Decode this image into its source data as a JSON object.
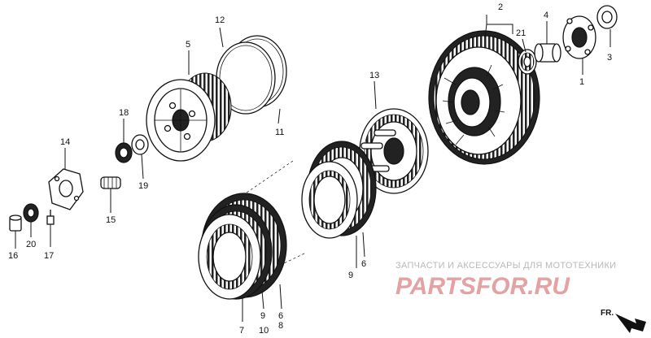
{
  "parts": [
    {
      "id": "p1",
      "label": "1"
    },
    {
      "id": "p2",
      "label": "2"
    },
    {
      "id": "p3",
      "label": "3"
    },
    {
      "id": "p4",
      "label": "4"
    },
    {
      "id": "p5",
      "label": "5"
    },
    {
      "id": "p6a",
      "label": "6"
    },
    {
      "id": "p6b",
      "label": "6"
    },
    {
      "id": "p7",
      "label": "7"
    },
    {
      "id": "p8",
      "label": "8"
    },
    {
      "id": "p9a",
      "label": "9"
    },
    {
      "id": "p9b",
      "label": "9"
    },
    {
      "id": "p10",
      "label": "10"
    },
    {
      "id": "p11",
      "label": "11"
    },
    {
      "id": "p12",
      "label": "12"
    },
    {
      "id": "p13",
      "label": "13"
    },
    {
      "id": "p14",
      "label": "14"
    },
    {
      "id": "p15",
      "label": "15"
    },
    {
      "id": "p16",
      "label": "16"
    },
    {
      "id": "p17",
      "label": "17"
    },
    {
      "id": "p18",
      "label": "18"
    },
    {
      "id": "p19",
      "label": "19"
    },
    {
      "id": "p20",
      "label": "20"
    },
    {
      "id": "p21",
      "label": "21"
    }
  ],
  "watermark": {
    "caption": "ЗАПЧАСТИ И АКСЕССУАРЫ ДЛЯ МОТОТЕХНИКИ",
    "brand": "PARTSFOR.RU",
    "brand_color": "#e4a2a2"
  },
  "direction_marker": {
    "label": "FR.",
    "icon": "front-arrow-icon"
  }
}
